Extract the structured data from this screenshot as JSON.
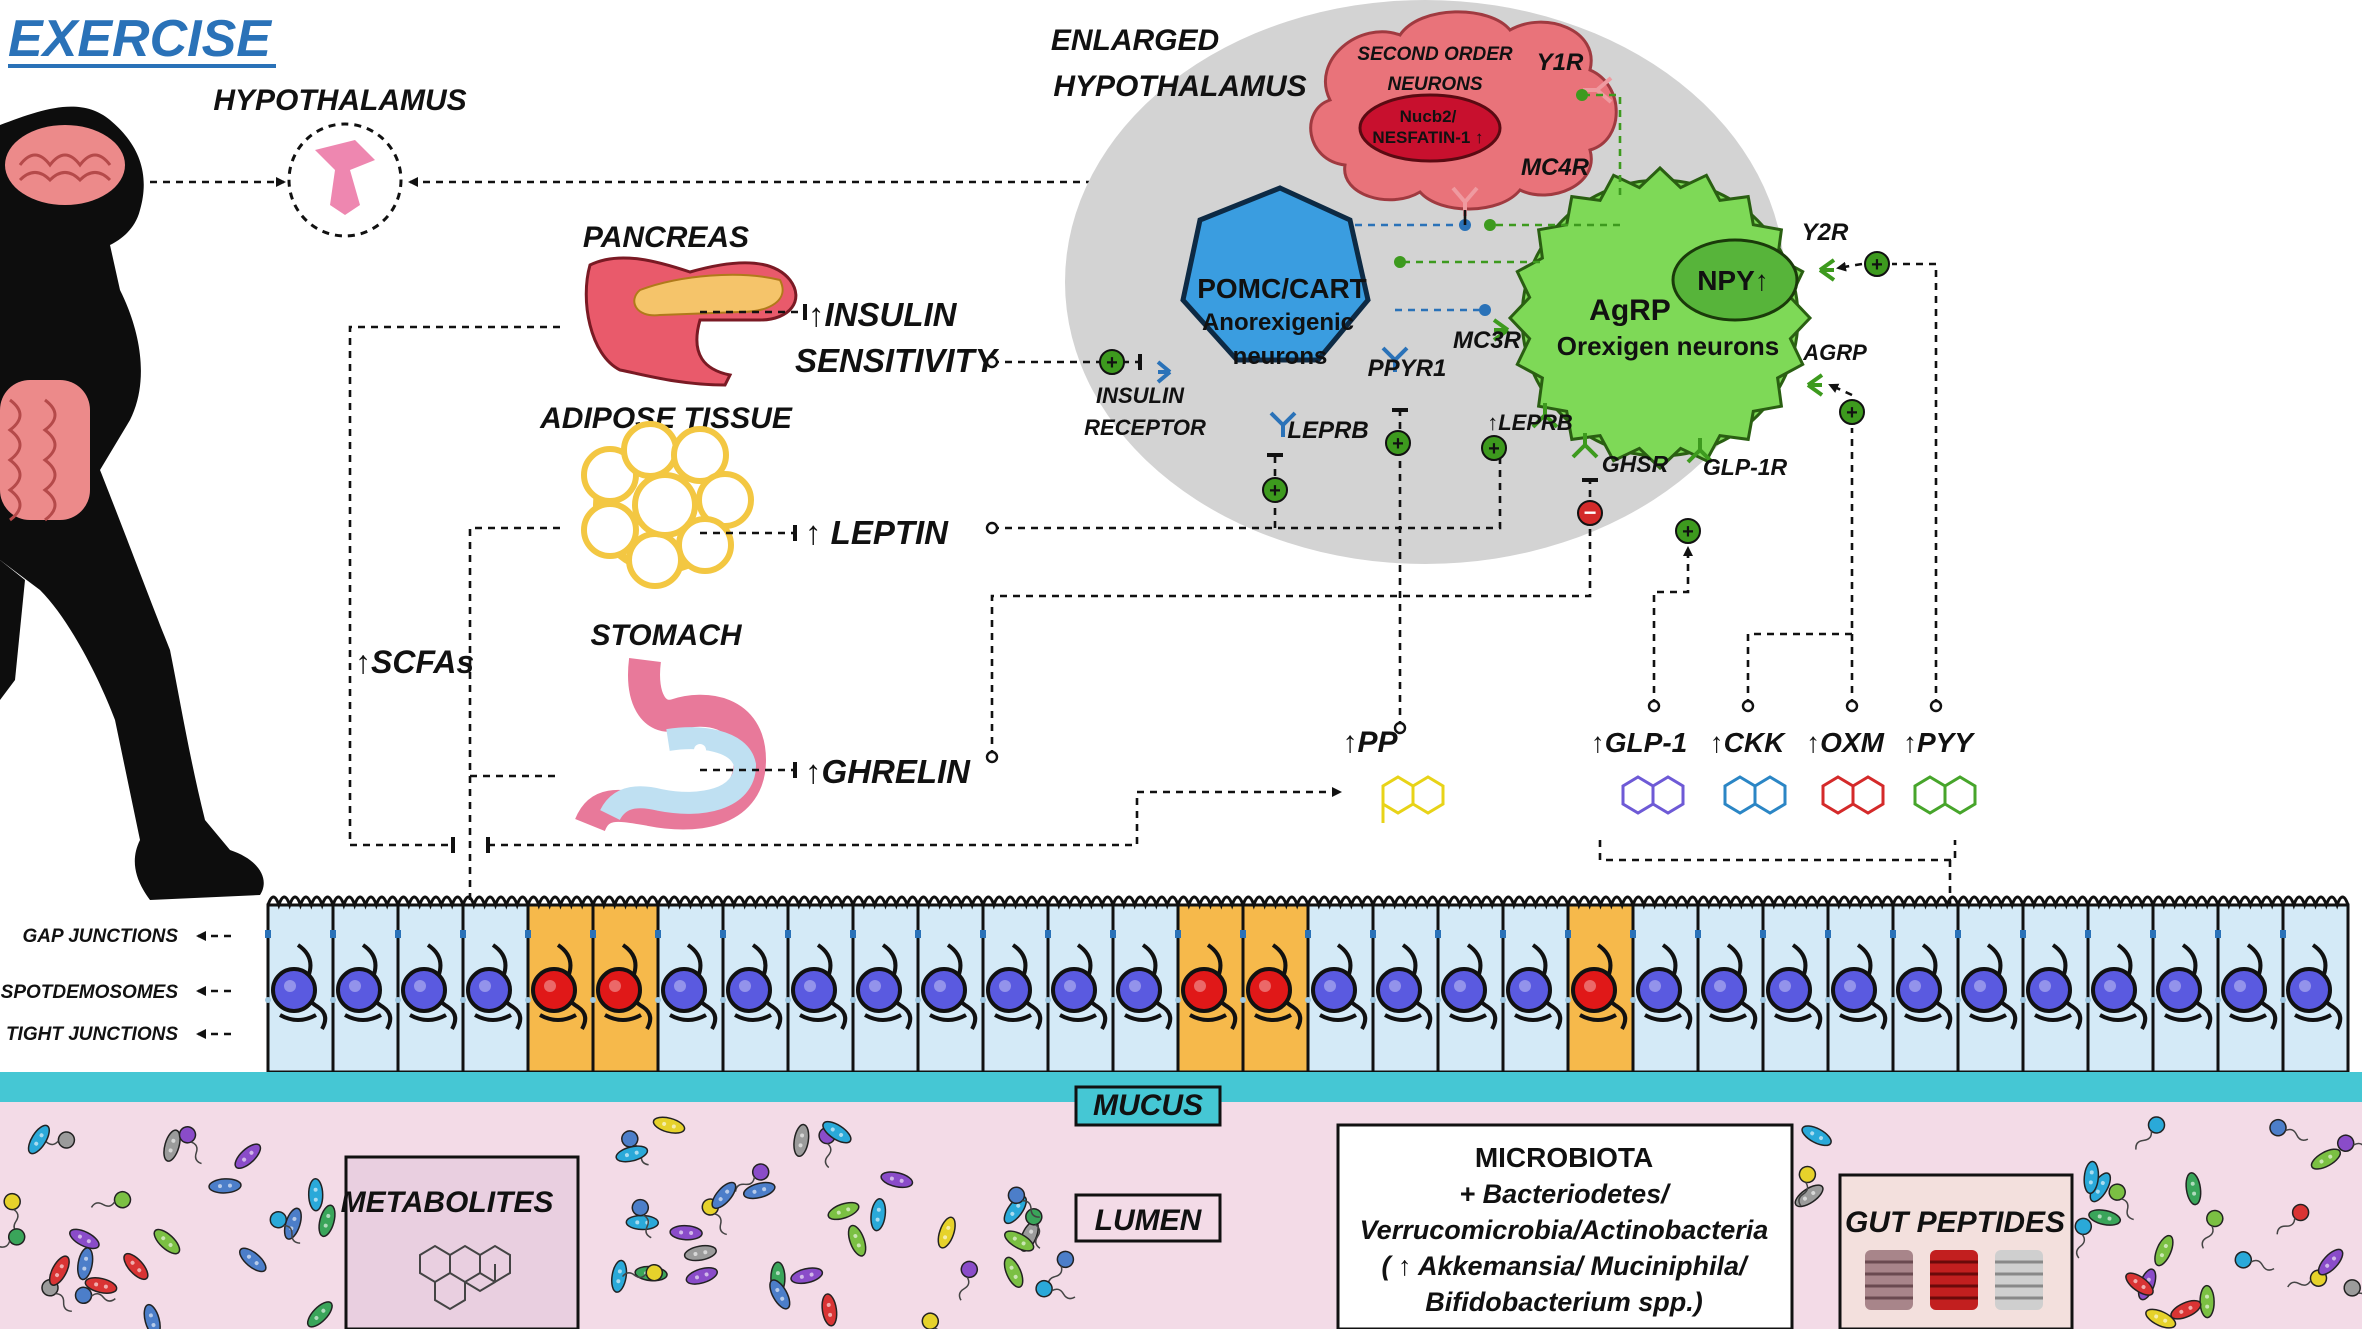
{
  "title": "EXERCISE",
  "organs": {
    "hypothalamus": "HYPOTHALAMUS",
    "pancreas": "PANCREAS",
    "adipose": "ADIPOSE TISSUE",
    "stomach": "STOMACH"
  },
  "signals": {
    "insulin": "↑INSULIN",
    "sensitivity": "SENSITIVITY",
    "leptin": "↑ LEPTIN",
    "ghrelin": "↑GHRELIN",
    "scfas": "↑SCFAs",
    "pp": "↑PP"
  },
  "enlarged": {
    "line1": "ENLARGED",
    "line2": "HYPOTHALAMUS"
  },
  "second_order": {
    "line1": "SECOND ORDER",
    "line2": "NEURONS",
    "nucb2_1": "Nucb2/",
    "nucb2_2": "NESFATIN-1 ↑"
  },
  "pomc": {
    "title": "POMC/CART",
    "sub1": "Anorexigenic",
    "sub2": "neurons"
  },
  "agrp": {
    "title": "AgRP",
    "sub": "Orexigen neurons",
    "npy": "NPY↑"
  },
  "receptors": {
    "y1r": "Y1R",
    "mc4r": "MC4R",
    "mc3r": "MC3R",
    "y2r": "Y2R",
    "agrp": "AGRP",
    "ppyr1": "PPYR1",
    "leprb_pomc": "LEPRB",
    "leprb_agrp": "↑LEPRB",
    "ghsr": "GHSR",
    "glp1r": "GLP-1R",
    "insulin_receptor_1": "INSULIN",
    "insulin_receptor_2": "RECEPTOR"
  },
  "gut_peptides_labels": [
    "↑GLP-1",
    "↑CKK",
    "↑OXM",
    "↑PYY"
  ],
  "junctions": [
    "GAP JUNCTIONS",
    "SPOTDEMOSOMES",
    "TIGHT JUNCTIONS"
  ],
  "mucus": "MUCUS",
  "lumen": "LUMEN",
  "metabolites": "METABOLITES",
  "microbiota": {
    "title": "MICROBIOTA",
    "line1": "+ Bacteriodetes/",
    "line2": "Verrucomicrobia/Actinobacteria",
    "line3": "( ↑ Akkemansia/ Muciniphila/",
    "line4": "Bifidobacterium spp.)"
  },
  "gut_peptides_box": "GUT PEPTIDES",
  "colors": {
    "title_blue": "#2a72b8",
    "pomc_blue": "#3a9de0",
    "agrp_green": "#7ed957",
    "second_order_pink": "#e9737a",
    "nucb2_red": "#c8102e",
    "enteroendocrine_orange": "#f6b94b",
    "epithelial_blue": "#d4eaf7",
    "mucus_cyan": "#45c7d4",
    "lumen_pink": "#f3dbe7",
    "hypothalamus_gray": "#d3d3d3",
    "pp_yellow": "#e8d318",
    "glp1_purple": "#6e5ad6",
    "ckk_blue": "#2b86c5",
    "oxm_red": "#d42a2a",
    "pyy_green": "#47a52b"
  }
}
